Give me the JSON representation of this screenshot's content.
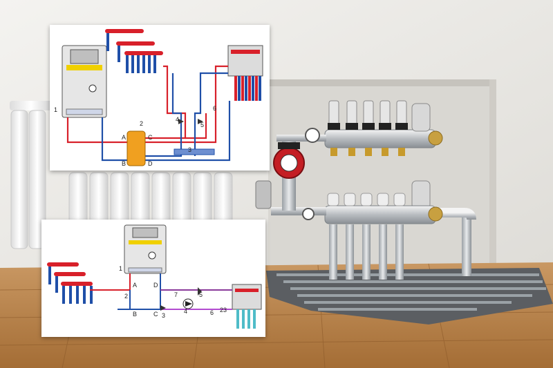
{
  "colors": {
    "supply": "#d8202a",
    "return": "#1f4fa8",
    "mixed": "#b24ad0",
    "separator": "#f0a020",
    "wall": "#eeece8",
    "floor": "#b9844c"
  },
  "top_diagram": {
    "labels": {
      "boiler_num": "1",
      "separator_num": "2",
      "manifold_num": "3",
      "valve4_num": "4",
      "valve5_num": "5",
      "valve6_num": "6",
      "port_a": "A",
      "port_b": "B",
      "port_c": "C",
      "port_d": "D"
    }
  },
  "bottom_diagram": {
    "labels": {
      "boiler_num": "1",
      "valve2_num": "2",
      "pump3_num": "3",
      "pump4_num": "4",
      "valve5_num": "5",
      "sensor6_num": "6",
      "valve7_num": "7",
      "port_a": "A",
      "port_b": "B",
      "port_c": "C",
      "port_d": "D",
      "temp_value": "23"
    }
  }
}
